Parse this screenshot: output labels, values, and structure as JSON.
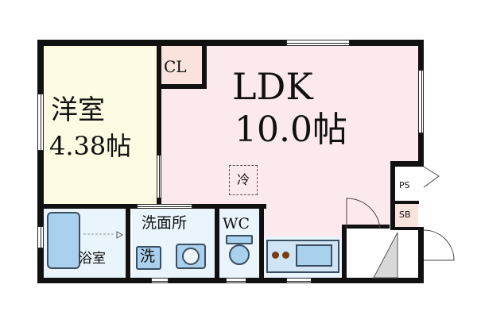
{
  "rooms": {
    "ldk": {
      "name": "LDK",
      "size": "10.0帖"
    },
    "western": {
      "name": "洋室",
      "size": "4.38帖"
    },
    "closet": {
      "label": "CL"
    },
    "bath": {
      "label": "浴室"
    },
    "washroom": {
      "label": "洗面所"
    },
    "washer": {
      "label": "洗"
    },
    "toilet": {
      "label": "WC"
    },
    "fridge": {
      "label": "冷"
    },
    "ps": {
      "label": "PS"
    },
    "sb": {
      "label": "SB"
    }
  },
  "colors": {
    "ldk_fill": "#fbe9ee",
    "western_fill": "#fdfbe1",
    "closet_fill": "#fae3dc",
    "wet_fill": "#e9f4fb",
    "fixture_blue": "#a9d0ec",
    "wall": "#111111"
  }
}
